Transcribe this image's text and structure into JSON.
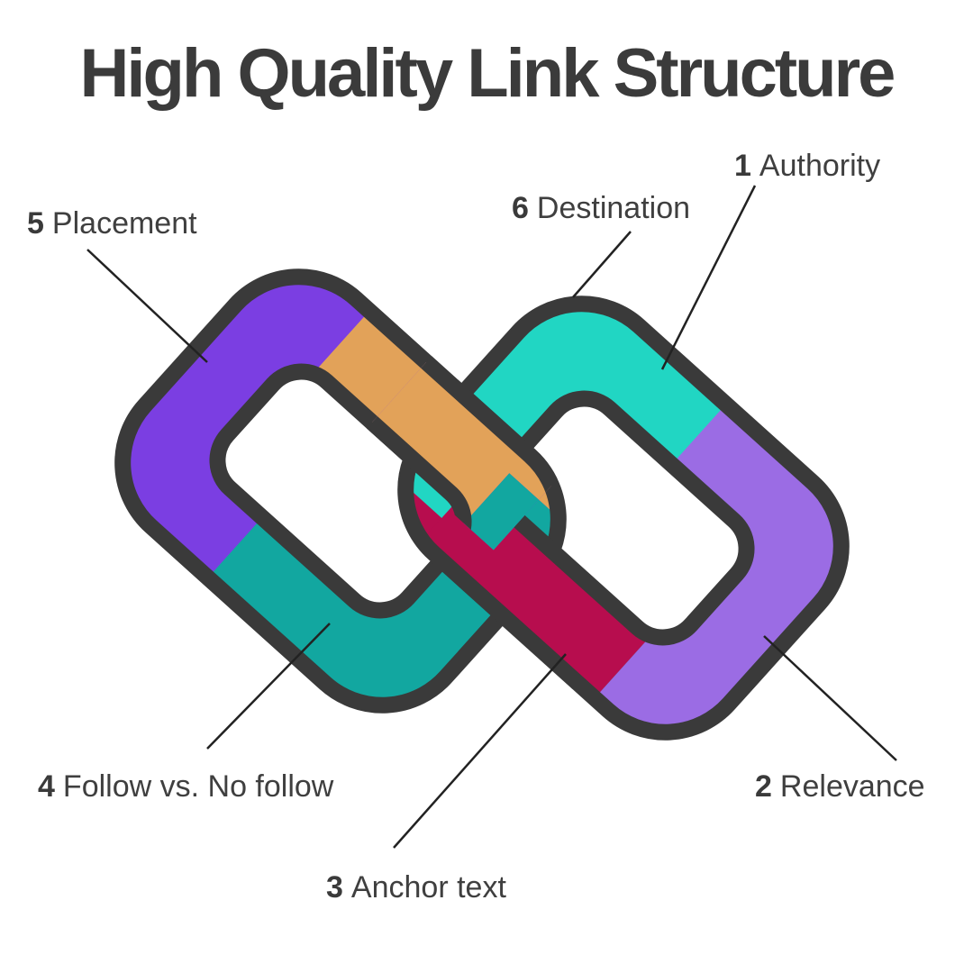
{
  "title": "High Quality Link Structure",
  "labels": [
    {
      "number": "1",
      "text": "Authority"
    },
    {
      "number": "2",
      "text": "Relevance"
    },
    {
      "number": "3",
      "text": "Anchor text"
    },
    {
      "number": "4",
      "text": "Follow vs. No follow"
    },
    {
      "number": "5",
      "text": "Placement"
    },
    {
      "number": "6",
      "text": "Destination"
    }
  ],
  "icon": "interlocked-chain-links-icon",
  "colors": {
    "purple": "#7B3EE2",
    "orange": "#E2A259",
    "teal": "#12A7A0",
    "turquoise": "#21D6C3",
    "crimson": "#B70D4E",
    "lightpurple": "#9B6CE4",
    "outline": "#3A3A3A",
    "leader": "#222222"
  }
}
